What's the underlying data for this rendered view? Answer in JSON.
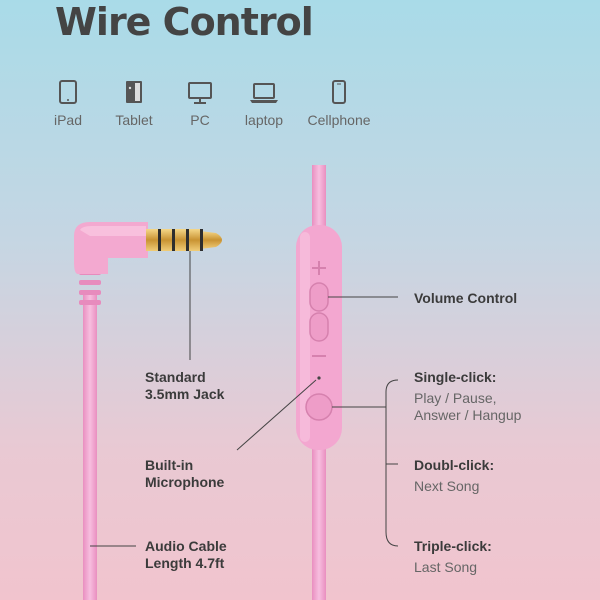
{
  "title": "Wire Control",
  "devices": [
    {
      "label": "iPad",
      "icon": "ipad-icon"
    },
    {
      "label": "Tablet",
      "icon": "tablet-icon"
    },
    {
      "label": "PC",
      "icon": "pc-monitor-icon"
    },
    {
      "label": "laptop",
      "icon": "laptop-icon"
    },
    {
      "label": "Cellphone",
      "icon": "cellphone-icon"
    }
  ],
  "callouts": {
    "jack": {
      "line1": "Standard",
      "line2": "3.5mm Jack"
    },
    "microphone": {
      "line1": "Built-in",
      "line2": "Microphone"
    },
    "cable": {
      "line1": "Audio Cable",
      "line2": "Length 4.7ft"
    },
    "volume": {
      "title": "Volume Control"
    },
    "single": {
      "title": "Single-click:",
      "line1": "Play / Pause,",
      "line2": "Answer / Hangup"
    },
    "double": {
      "title": "Doubl-click:",
      "line1": "Next Song"
    },
    "triple": {
      "title": "Triple-click:",
      "line1": "Last Song"
    }
  },
  "colors": {
    "cable": "#f2a6cf",
    "text": "#3d3d3d",
    "gold": "#d9a93f"
  }
}
